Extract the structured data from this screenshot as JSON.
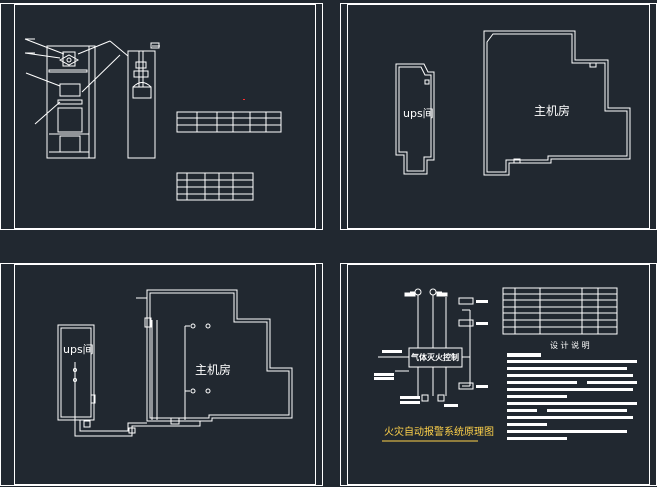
{
  "colors": {
    "background": "#212830",
    "lines": "#ffffff",
    "red_mark": "#ff3030",
    "title_text": "#ffd24a"
  },
  "sheets": [
    {
      "id": "sheet-cabinet-detail",
      "labels": {}
    },
    {
      "id": "sheet-floor-plan",
      "labels": {
        "ups_room": "ups间",
        "main_room": "主机房"
      }
    },
    {
      "id": "sheet-wiring-plan",
      "labels": {
        "ups_room": "ups间",
        "main_room": "主机房"
      }
    },
    {
      "id": "sheet-system-diagram",
      "labels": {
        "controller": "气体灭火控制",
        "drawing_title": "火灾自动报警系统原理图",
        "notes_title": "设 计 说 明"
      }
    }
  ]
}
